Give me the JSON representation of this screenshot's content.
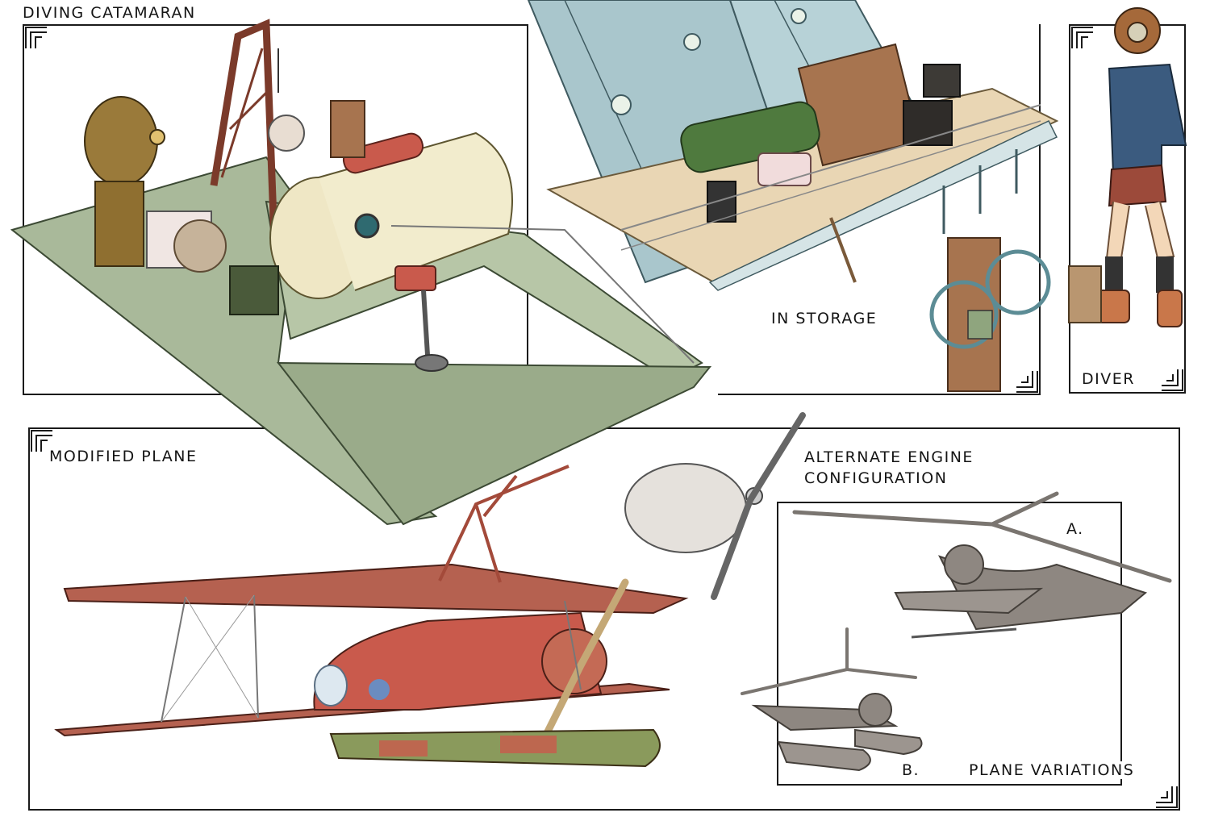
{
  "sections": {
    "catamaran": {
      "label": "DIVING CATAMARAN"
    },
    "storage": {
      "label": "IN STORAGE"
    },
    "diver": {
      "label": "DIVER"
    },
    "plane": {
      "label": "MODIFIED PLANE"
    },
    "engine": {
      "label_line1": "ALTERNATE ENGINE",
      "label_line2": "CONFIGURATION"
    },
    "variations": {
      "label": "PLANE VARIATIONS",
      "option_a": "A.",
      "option_b": "B."
    }
  },
  "colors": {
    "hull_green": "#a9b99a",
    "tank_cream": "#f2eccd",
    "red": "#c95a4c",
    "brass": "#9a7a3a",
    "steel_blue": "#a9c6cc",
    "wood": "#a7744f",
    "variation_gray": "#8e8781",
    "ink": "#1a1a1a"
  },
  "icons": [
    "corner-ornament-icon"
  ]
}
